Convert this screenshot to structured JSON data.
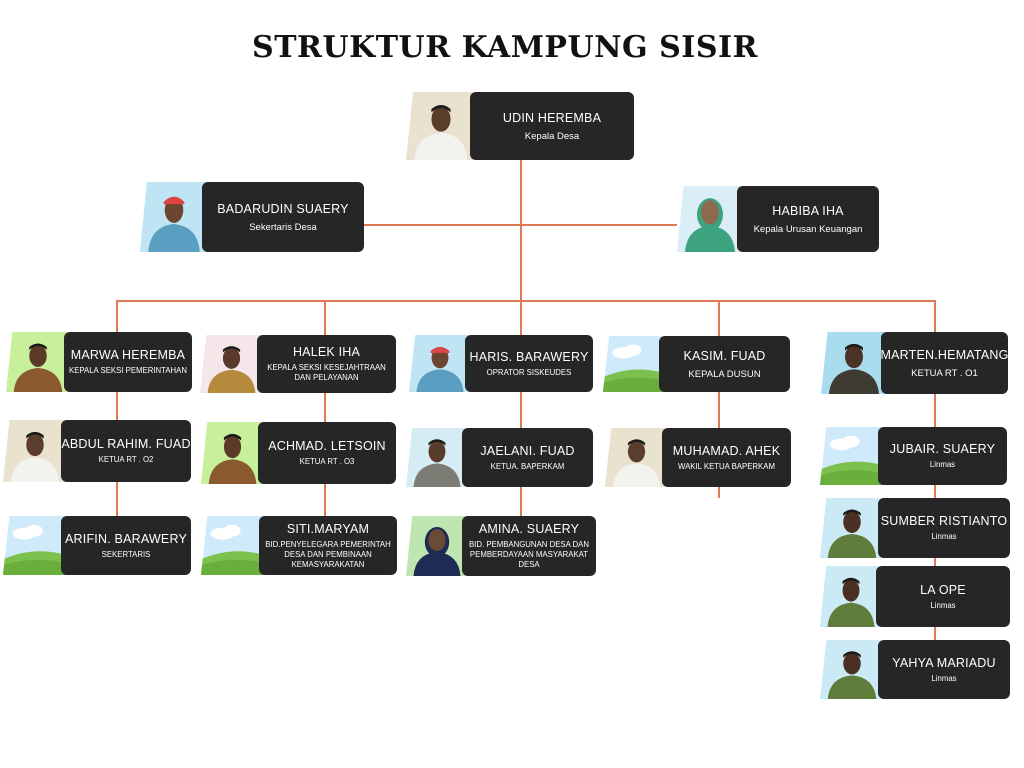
{
  "title": "STRUKTUR KAMPUNG SISIR",
  "colors": {
    "connector": "#e07a54",
    "card_bg": "#262626",
    "sky": "#8ecdf0",
    "grass": "#7cc04d"
  },
  "members": [
    {
      "id": "udin",
      "name": "UDIN HEREMBA",
      "role": "Kepala Desa",
      "photo": "man-white-shirt",
      "small": false
    },
    {
      "id": "badarudin",
      "name": "BADARUDIN SUAERY",
      "role": "Sekertaris Desa",
      "photo": "man-cap",
      "small": false
    },
    {
      "id": "habiba",
      "name": "HABIBA IHA",
      "role": "Kepala Urusan Keuangan",
      "photo": "woman-hijab",
      "small": false
    },
    {
      "id": "marwa",
      "name": "MARWA HEREMBA",
      "role": "KEPALA SEKSI PEMERINTAHAN",
      "photo": "man-batik",
      "small": true
    },
    {
      "id": "halek",
      "name": "HALEK IHA",
      "role": "KEPALA SEKSI KESEJAHTRAAN DAN PELAYANAN",
      "photo": "man-uniform",
      "small": true
    },
    {
      "id": "haris",
      "name": "HARIS. BARAWERY",
      "role": "OPRATOR SISKEUDES",
      "photo": "man-cap",
      "small": true
    },
    {
      "id": "kasim",
      "name": "KASIM. FUAD",
      "role": "KEPALA DUSUN",
      "photo": "placeholder",
      "small": false
    },
    {
      "id": "marten",
      "name": "MARTEN.HEMATANG",
      "role": "KETUA RT . O1",
      "photo": "man-dark",
      "small": false
    },
    {
      "id": "abdul",
      "name": "ABDUL RAHIM. FUAD",
      "role": "KETUA RT . O2",
      "photo": "man-white-shirt",
      "small": true
    },
    {
      "id": "achmad",
      "name": "ACHMAD. LETSOIN",
      "role": "KETUA RT . O3",
      "photo": "man-batik",
      "small": true
    },
    {
      "id": "jaelani",
      "name": "JAELANI. FUAD",
      "role": "KETUA. BAPERKAM",
      "photo": "man-grey",
      "small": true
    },
    {
      "id": "muhamad",
      "name": "MUHAMAD. AHEK",
      "role": "WAKIL KETUA BAPERKAM",
      "photo": "man-white-shirt",
      "small": true
    },
    {
      "id": "jubair",
      "name": "JUBAIR. SUAERY",
      "role": "Linmas",
      "photo": "placeholder",
      "small": true
    },
    {
      "id": "sumber",
      "name": "SUMBER RISTIANTO",
      "role": "Linmas",
      "photo": "man-green",
      "small": true
    },
    {
      "id": "laope",
      "name": "LA OPE",
      "role": "Linmas",
      "photo": "man-green",
      "small": true
    },
    {
      "id": "yahya",
      "name": "YAHYA MARIADU",
      "role": "Linmas",
      "photo": "man-green",
      "small": true
    },
    {
      "id": "arifin",
      "name": "ARIFIN. BARAWERY",
      "role": "SEKERTARIS",
      "photo": "placeholder",
      "small": true
    },
    {
      "id": "siti",
      "name": "SITI.MARYAM",
      "role": "BID.PENYELEGARA PEMERINTAH DESA DAN PEMBINAAN KEMASYARAKATAN",
      "photo": "placeholder",
      "small": true
    },
    {
      "id": "amina",
      "name": "AMINA. SUAERY",
      "role": "BID. PEMBANGUNAN DESA DAN PEMBERDAYAAN MASYARAKAT DESA",
      "photo": "woman-hijab-dark",
      "small": true
    }
  ]
}
